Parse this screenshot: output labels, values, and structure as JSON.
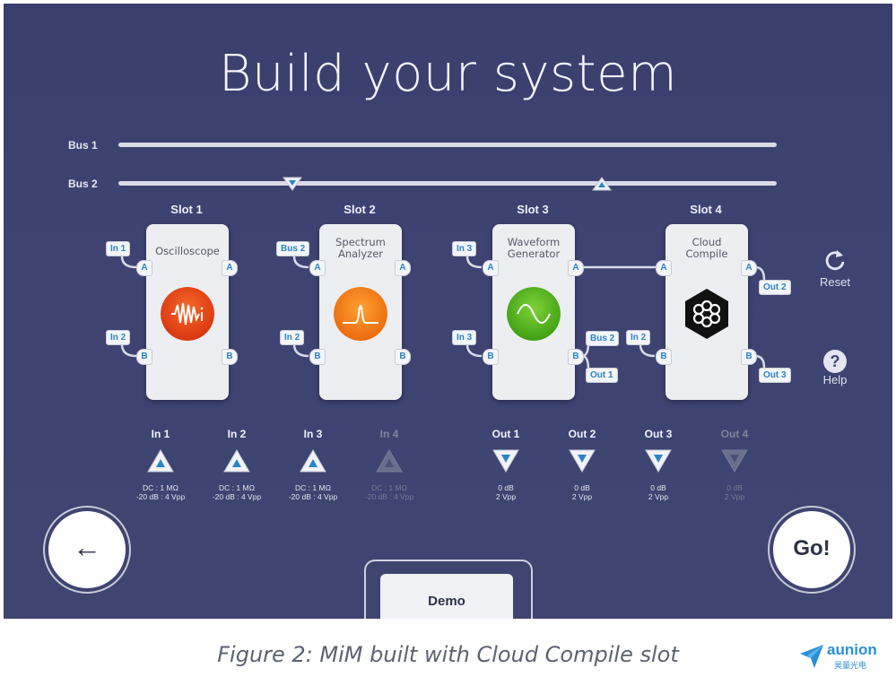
{
  "title": "Build your system",
  "buses": [
    {
      "label": "Bus 1"
    },
    {
      "label": "Bus 2"
    }
  ],
  "slots": [
    {
      "label": "Slot 1",
      "instrument": "Oscilloscope",
      "port_a": "A",
      "port_b": "B",
      "tag_a": "In 1",
      "tag_b": "In 2",
      "color": "#e8471b"
    },
    {
      "label": "Slot 2",
      "instrument_line1": "Spectrum",
      "instrument_line2": "Analyzer",
      "port_a": "A",
      "port_b": "B",
      "tag_a": "Bus 2",
      "tag_b": "In 2",
      "color": "#f07a12"
    },
    {
      "label": "Slot 3",
      "instrument_line1": "Waveform",
      "instrument_line2": "Generator",
      "port_a": "A",
      "port_b": "B",
      "tag_a": "In 3",
      "tag_b": "In 3",
      "tag_out_a": "Bus 2",
      "tag_out_b": "Out 1",
      "color": "#58b81e"
    },
    {
      "label": "Slot 4",
      "instrument_line1": "Cloud",
      "instrument_line2": "Compile",
      "port_a": "A",
      "port_b": "B",
      "tag_b": "In 2",
      "tag_out_a": "Out 2",
      "tag_out_b": "Out 3",
      "color": "#111111"
    }
  ],
  "inputs": [
    {
      "label": "In 1",
      "spec1": "DC : 1 MΩ",
      "spec2": "-20 dB : 4 Vpp",
      "enabled": true
    },
    {
      "label": "In 2",
      "spec1": "DC : 1 MΩ",
      "spec2": "-20 dB : 4 Vpp",
      "enabled": true
    },
    {
      "label": "In 3",
      "spec1": "DC : 1 MΩ",
      "spec2": "-20 dB : 4 Vpp",
      "enabled": true
    },
    {
      "label": "In 4",
      "spec1": "DC : 1 MΩ",
      "spec2": "-20 dB : 4 Vpp",
      "enabled": false
    }
  ],
  "outputs": [
    {
      "label": "Out 1",
      "spec1": "0 dB",
      "spec2": "2 Vpp",
      "enabled": true
    },
    {
      "label": "Out 2",
      "spec1": "0 dB",
      "spec2": "2 Vpp",
      "enabled": true
    },
    {
      "label": "Out 3",
      "spec1": "0 dB",
      "spec2": "2 Vpp",
      "enabled": true
    },
    {
      "label": "Out 4",
      "spec1": "0 dB",
      "spec2": "2 Vpp",
      "enabled": false
    }
  ],
  "side": {
    "reset": "Reset",
    "help": "Help",
    "help_glyph": "?"
  },
  "nav": {
    "back_glyph": "←",
    "go": "Go!",
    "demo": "Demo"
  },
  "caption": "Figure 2: MiM built with Cloud Compile slot",
  "logo": {
    "name": "aunion",
    "sub": "昊量光电"
  },
  "colors": {
    "accent": "#2a84c6",
    "background": "#3e4372"
  },
  "icons": [
    "arrow-left-icon",
    "reset-icon",
    "help-icon",
    "triangle-up-icon",
    "triangle-down-icon"
  ]
}
